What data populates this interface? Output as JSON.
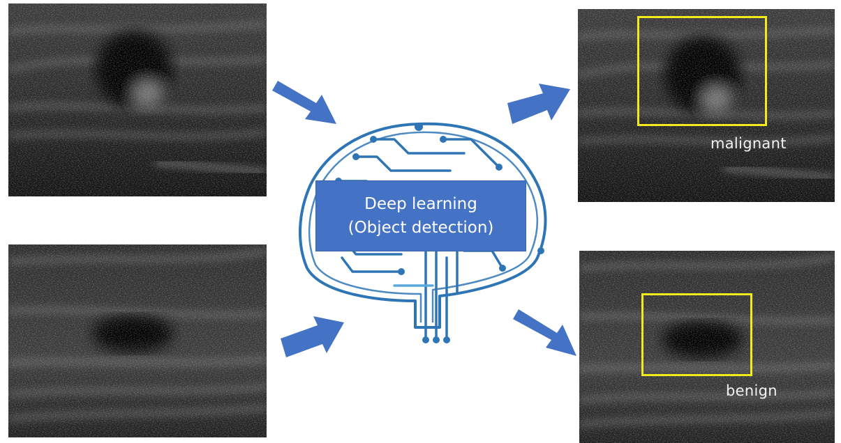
{
  "figure": {
    "center_box": {
      "line1": "Deep learning",
      "line2": "(Object detection)",
      "fill_color": "#4472c4",
      "text_color": "#ffffff"
    },
    "brain_icon": {
      "name": "circuit-brain-icon",
      "stroke_color": "#2e75b6"
    },
    "arrows": {
      "color": "#4472c4",
      "count": 4
    },
    "inputs": [
      {
        "name": "input-ultrasound-top",
        "kind": "grayscale ultrasound image"
      },
      {
        "name": "input-ultrasound-bottom",
        "kind": "grayscale ultrasound image"
      }
    ],
    "outputs": [
      {
        "name": "output-ultrasound-top",
        "label": "malignant",
        "bbox_color": "#f2ea1a"
      },
      {
        "name": "output-ultrasound-bottom",
        "label": "benign",
        "bbox_color": "#f2ea1a"
      }
    ]
  }
}
